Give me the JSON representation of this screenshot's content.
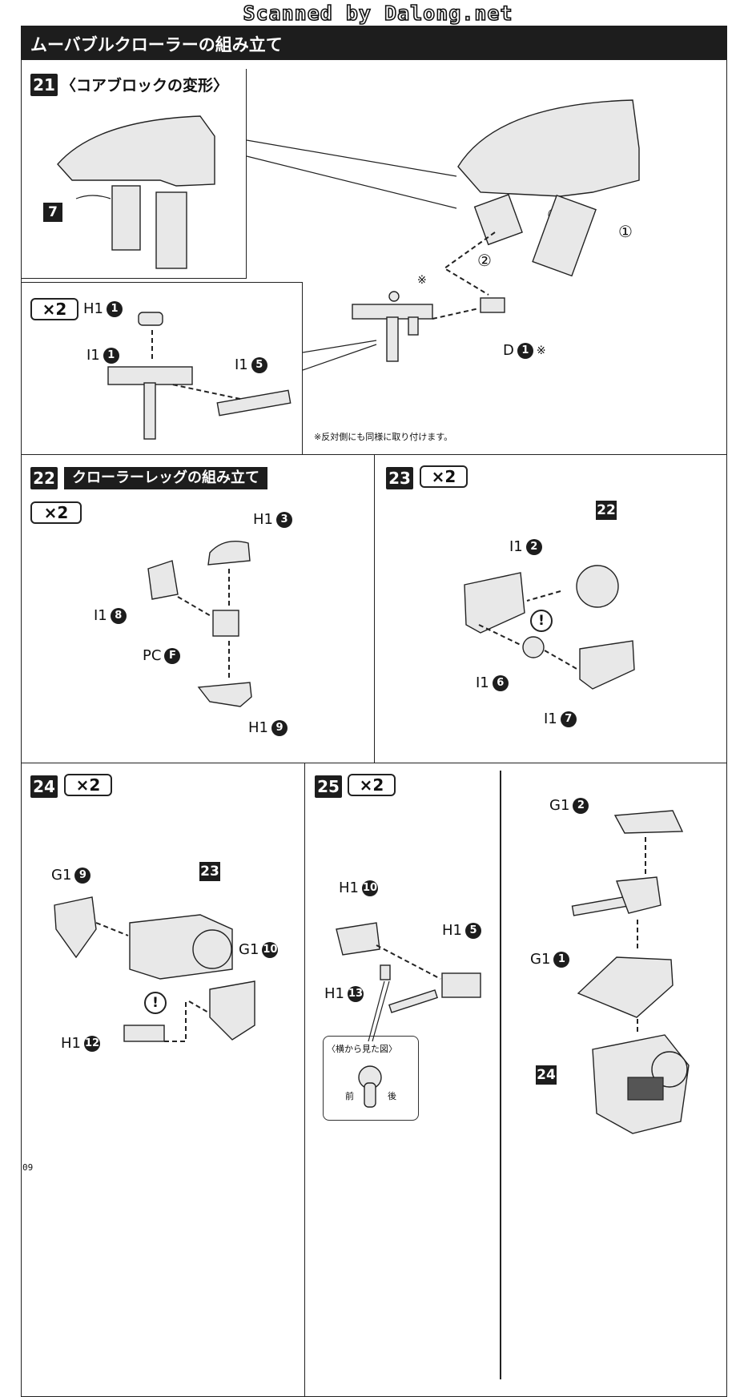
{
  "watermark": "Scanned by Dalong.net",
  "header": {
    "title": "ムーバブルクローラーの組み立て"
  },
  "page_number": "09",
  "steps": {
    "s21": {
      "num": "21",
      "title": "〈コアブロックの変形〉",
      "ref": "7",
      "times": "×2",
      "parts": {
        "h1_1": {
          "label": "H1",
          "num": "1"
        },
        "i1_1": {
          "label": "I1",
          "num": "1"
        },
        "i1_5": {
          "label": "I1",
          "num": "5"
        },
        "d1": {
          "label": "D",
          "num": "1",
          "mark": "※"
        },
        "gun_mark": "※",
        "circ1a": "①",
        "circ1b": "①",
        "circ2": "②"
      },
      "note": "※反対側にも同様に取り付けます。"
    },
    "s22": {
      "num": "22",
      "subtitle": "クローラーレッグの組み立て",
      "times": "×2",
      "parts": {
        "h1_3": {
          "label": "H1",
          "num": "3"
        },
        "i1_8": {
          "label": "I1",
          "num": "8"
        },
        "pc_f": {
          "label": "PC",
          "num": "F"
        },
        "h1_9": {
          "label": "H1",
          "num": "9"
        }
      }
    },
    "s23": {
      "num": "23",
      "times": "×2",
      "ref": "22",
      "caution": "!",
      "parts": {
        "i1_2": {
          "label": "I1",
          "num": "2"
        },
        "i1_6": {
          "label": "I1",
          "num": "6"
        },
        "i1_7": {
          "label": "I1",
          "num": "7"
        }
      }
    },
    "s24": {
      "num": "24",
      "times": "×2",
      "ref": "23",
      "caution": "!",
      "parts": {
        "g1_9": {
          "label": "G1",
          "num": "9"
        },
        "g1_10": {
          "label": "G1",
          "num": "10"
        },
        "h1_12": {
          "label": "H1",
          "num": "12"
        }
      }
    },
    "s25": {
      "num": "25",
      "times": "×2",
      "ref": "24",
      "parts": {
        "h1_10": {
          "label": "H1",
          "num": "10"
        },
        "h1_5": {
          "label": "H1",
          "num": "5"
        },
        "h1_13": {
          "label": "H1",
          "num": "13"
        },
        "g1_2": {
          "label": "G1",
          "num": "2"
        },
        "g1_1": {
          "label": "G1",
          "num": "1"
        }
      },
      "sideview": {
        "title": "〈横から見た図〉",
        "front": "前",
        "back": "後"
      }
    }
  }
}
